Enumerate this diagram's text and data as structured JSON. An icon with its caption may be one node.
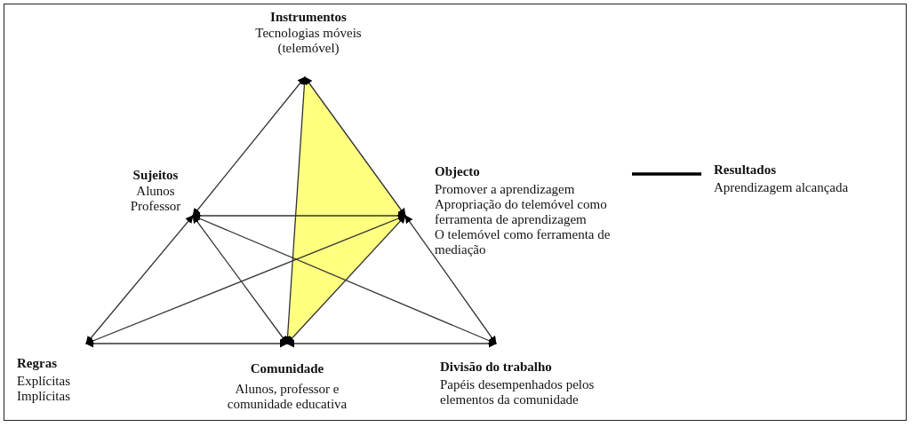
{
  "diagram": {
    "nodes": [
      {
        "text": [
          "Instrumentos",
          "Tecnologias móveis (telemóvel)"
        ]
      },
      {
        "text": [
          "Sujeitos",
          "Alunos",
          "Professor"
        ]
      },
      {
        "text": [
          "Objecto",
          "Promover a aprendizagem",
          "Apropriação do telemóvel como ferramenta de aprendizagem",
          "O telemóvel como ferramenta de mediação"
        ]
      },
      {
        "text": [
          "Resultados",
          "Aprendizagem alcançada"
        ]
      },
      {
        "text": [
          "Regras",
          "Explícitas",
          "Implícitas"
        ]
      },
      {
        "text": [
          "Comunidade",
          "Alunos, professor e comunidade educativa"
        ]
      },
      {
        "text": [
          "Divisão do trabalho",
          "Papéis desempenhados pelos elementos da comunidade"
        ]
      }
    ],
    "edges": [
      {
        "from": 0,
        "to": 1,
        "arrow": "both"
      },
      {
        "from": 0,
        "to": 2,
        "arrow": "both"
      },
      {
        "from": 0,
        "to": 5,
        "arrow": "both"
      },
      {
        "from": 1,
        "to": 2,
        "arrow": "both"
      },
      {
        "from": 1,
        "to": 4,
        "arrow": "both"
      },
      {
        "from": 1,
        "to": 5,
        "arrow": "both"
      },
      {
        "from": 1,
        "to": 6,
        "arrow": "both"
      },
      {
        "from": 2,
        "to": 4,
        "arrow": "both"
      },
      {
        "from": 2,
        "to": 5,
        "arrow": "both"
      },
      {
        "from": 2,
        "to": 6,
        "arrow": "both"
      },
      {
        "from": 4,
        "to": 5,
        "arrow": "both"
      },
      {
        "from": 5,
        "to": 6,
        "arrow": "both"
      },
      {
        "from": 2,
        "to": 3,
        "arrow": "none",
        "style": "thick"
      }
    ]
  }
}
